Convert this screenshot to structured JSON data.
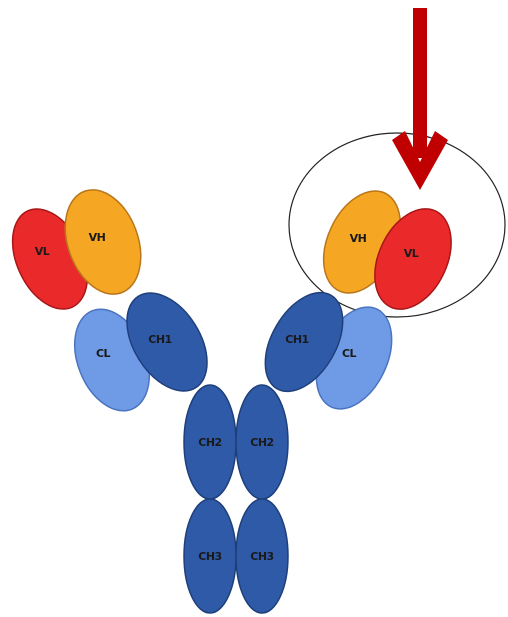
{
  "colors": {
    "heavy_constant": "#2f5aa8",
    "heavy_constant_stroke": "#1e3f7a",
    "light_constant": "#6f9be6",
    "light_constant_stroke": "#4a74c0",
    "heavy_variable": "#f5a623",
    "heavy_variable_stroke": "#b9761a",
    "light_variable": "#ea2a2a",
    "light_variable_stroke": "#a81616",
    "arrow": "#c00000",
    "circle": "#222222"
  },
  "domains": {
    "left_vl": "VL",
    "left_vh": "VH",
    "left_cl": "CL",
    "left_ch1": "CH1",
    "right_vh": "VH",
    "right_vl": "VL",
    "right_ch1": "CH1",
    "right_cl": "CL",
    "ch2_left": "CH2",
    "ch2_right": "CH2",
    "ch3_left": "CH3",
    "ch3_right": "CH3"
  }
}
